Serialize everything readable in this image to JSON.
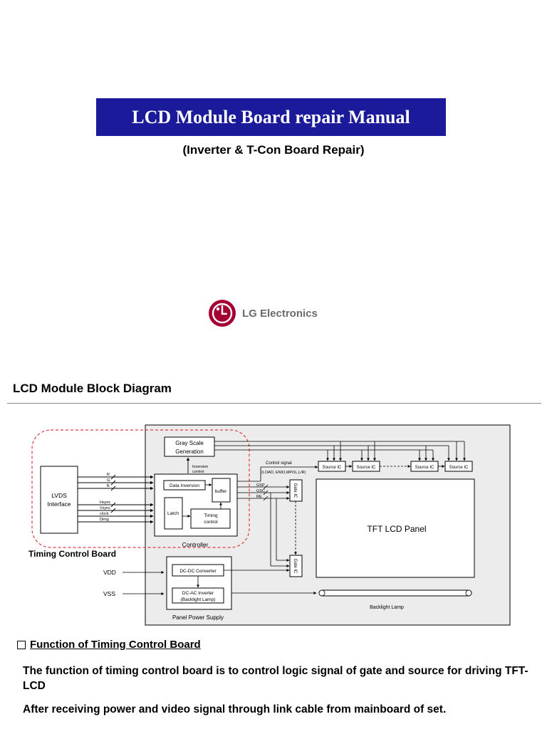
{
  "document": {
    "title": "LCD Module Board repair Manual",
    "subtitle": "(Inverter & T-Con Board Repair)",
    "logo": {
      "icon": "lg-logo-icon",
      "text": "LG Electronics",
      "color": "#a50034"
    },
    "banner_color": "#1a1a9a"
  },
  "section": {
    "title": "LCD Module Block Diagram"
  },
  "diagram": {
    "lvds_interface": [
      "LVDS",
      "Interface"
    ],
    "lvds_signals": [
      "R",
      "G",
      "B",
      "Hsync",
      "Vsync",
      "clock",
      "Dimg"
    ],
    "timing_control_board": "Timing Control Board",
    "gray_scale": [
      "Gray Scale",
      "Generation"
    ],
    "inversion_control": [
      "Inversion",
      "control"
    ],
    "data_inversion": "Data Inversion",
    "buffer": "buffer",
    "latch": "Latch",
    "timing_control": [
      "Timing",
      "control"
    ],
    "controller": "Controller",
    "control_signal": "Control signal",
    "control_signal_detail": "(LOAD, ENIO,MPOL,L/R)",
    "gate_signals": [
      "GSP",
      "GSC",
      "RE"
    ],
    "gate_ic": "Gate IC",
    "source_ics": [
      "Source IC",
      "Source IC",
      "Source IC",
      "Source IC"
    ],
    "tft_panel": "TFT LCD Panel",
    "vdd": "VDD",
    "vss": "VSS",
    "dc_dc": "DC-DC Converter",
    "dc_ac": [
      "DC-AC Inverter",
      "(Backlight Lamp)"
    ],
    "panel_power_supply": "Panel Power Supply",
    "backlight_lamp": "Backlight Lamp"
  },
  "function": {
    "heading": "Function of Timing Control Board",
    "para1": "The function of timing control board is to control logic signal of gate and source for driving TFT-LCD",
    "para2": "After receiving power and video signal through link cable from mainboard of set."
  }
}
